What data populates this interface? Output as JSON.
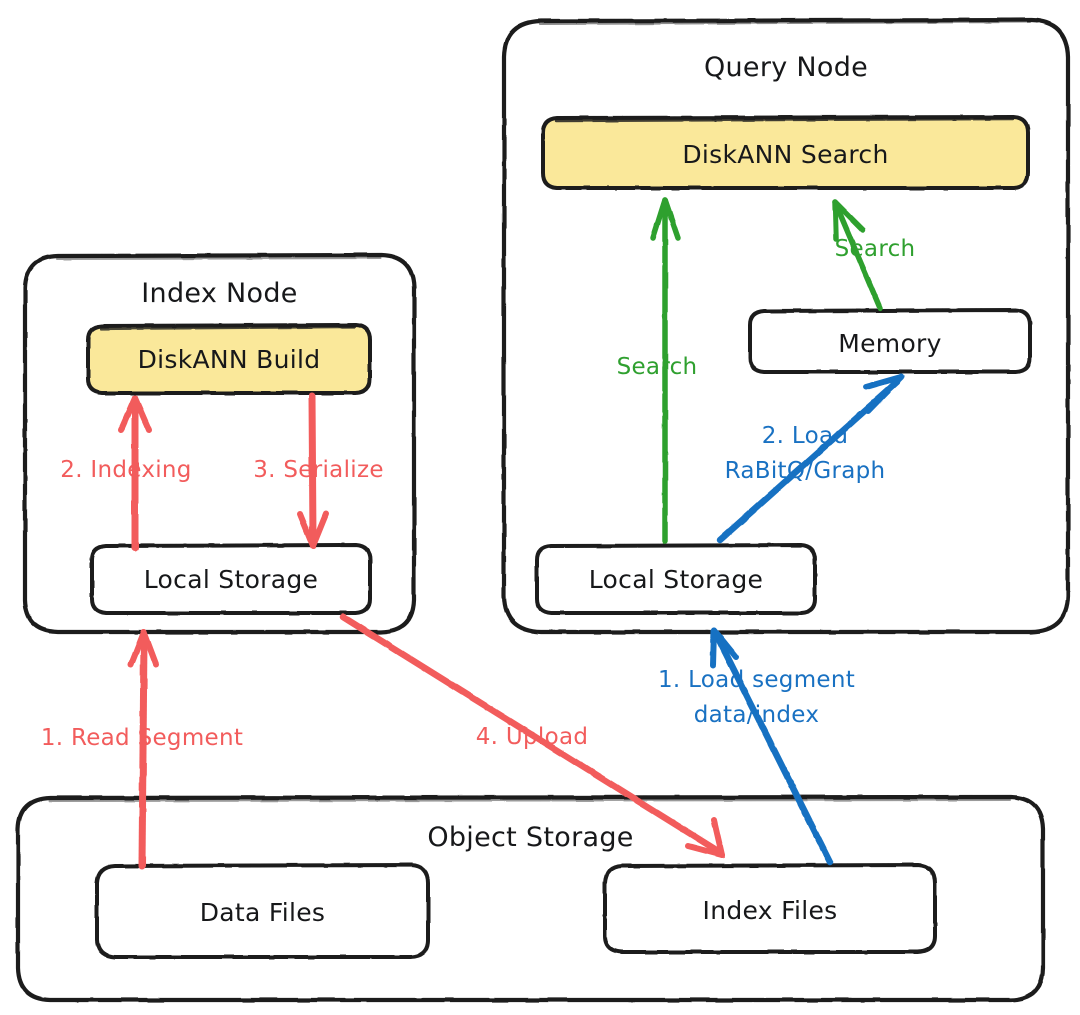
{
  "diagram": {
    "title": "DiskANN index build and search architecture",
    "background": "#ffffff",
    "colors": {
      "stroke": "#1e1e1e",
      "highlight_fill": "#fae89a",
      "red": "#f25c5c",
      "green": "#2fa02f",
      "blue": "#1971c2",
      "text": "#17181a"
    }
  },
  "nodes": {
    "index_node": {
      "title": "Index Node",
      "children": {
        "diskann_build": "DiskANN Build",
        "local_storage": "Local Storage"
      }
    },
    "query_node": {
      "title": "Query Node",
      "children": {
        "diskann_search": "DiskANN Search",
        "memory": "Memory",
        "local_storage": "Local Storage"
      }
    },
    "object_storage": {
      "title": "Object Storage",
      "children": {
        "data_files": "Data Files",
        "index_files": "Index Files"
      }
    }
  },
  "edges": [
    {
      "id": "read-segment",
      "label": "1. Read Segment",
      "color": "#f25c5c",
      "from": "data-files",
      "to": "index-node-local-storage"
    },
    {
      "id": "indexing",
      "label": "2. Indexing",
      "color": "#f25c5c",
      "from": "index-node-local-storage",
      "to": "diskann-build"
    },
    {
      "id": "serialize",
      "label": "3. Serialize",
      "color": "#f25c5c",
      "from": "diskann-build",
      "to": "index-node-local-storage"
    },
    {
      "id": "upload",
      "label": "4. Upload",
      "color": "#f25c5c",
      "from": "index-node-local-storage",
      "to": "index-files"
    },
    {
      "id": "load-segment",
      "label": "1. Load segment\ndata/index",
      "color": "#1971c2",
      "from": "index-files",
      "to": "query-node-local-storage"
    },
    {
      "id": "load-rabitq",
      "label": "2. Load\nRaBitQ/Graph",
      "color": "#1971c2",
      "from": "query-node-local-storage",
      "to": "memory"
    },
    {
      "id": "search-storage",
      "label": "Search",
      "color": "#2fa02f",
      "from": "query-node-local-storage",
      "to": "diskann-search"
    },
    {
      "id": "search-memory",
      "label": "Search",
      "color": "#2fa02f",
      "from": "memory",
      "to": "diskann-search"
    }
  ],
  "edge_labels": {
    "read_segment": "1. Read Segment",
    "indexing": "2. Indexing",
    "serialize": "3. Serialize",
    "upload": "4. Upload",
    "load_segment_line1": "1. Load segment",
    "load_segment_line2": "data/index",
    "load_rabitq_line1": "2. Load",
    "load_rabitq_line2": "RaBitQ/Graph",
    "search_storage": "Search",
    "search_memory": "Search"
  }
}
